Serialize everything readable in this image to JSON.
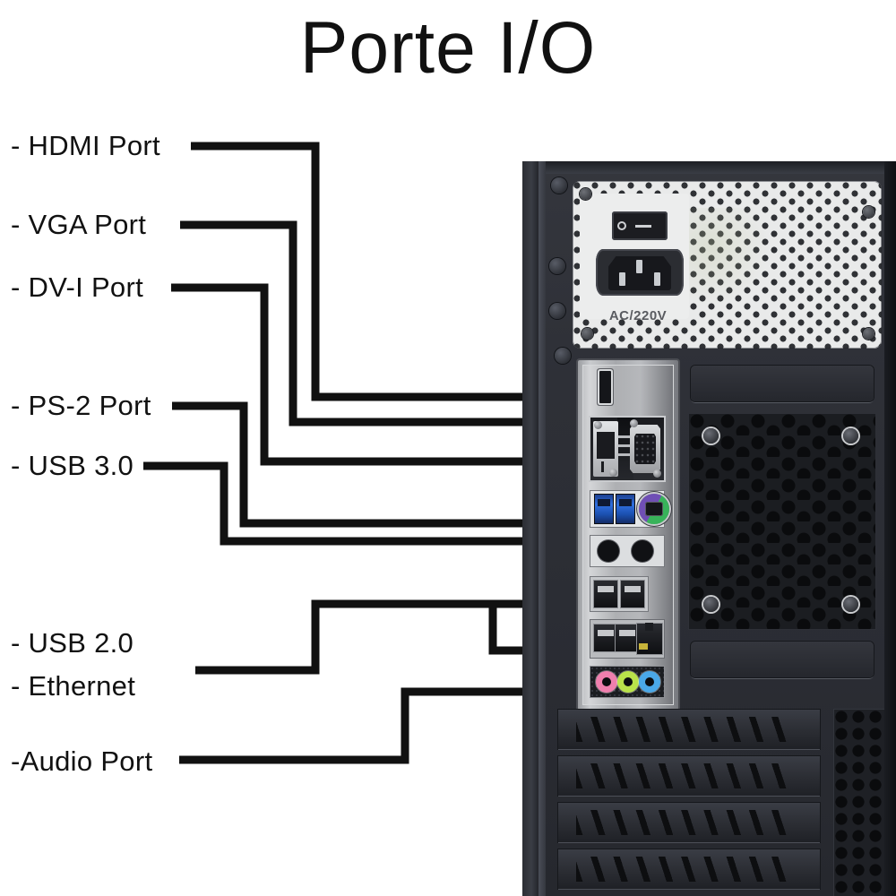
{
  "title": "Porte I/O",
  "labels": [
    {
      "id": "hdmi",
      "text": "- HDMI Port"
    },
    {
      "id": "vga",
      "text": "- VGA Port"
    },
    {
      "id": "dvi",
      "text": "- DV-I Port"
    },
    {
      "id": "ps2",
      "text": "- PS-2 Port"
    },
    {
      "id": "usb3",
      "text": "- USB 3.0"
    },
    {
      "id": "usb2",
      "text": "- USB 2.0"
    },
    {
      "id": "ethernet",
      "text": "- Ethernet"
    },
    {
      "id": "audio",
      "text": "-Audio Port"
    }
  ],
  "device": {
    "type": "desktop-computer-case-rear-panel",
    "psu": {
      "voltage_label": "AC/220V",
      "has_power_switch": true,
      "has_iec_socket": true,
      "has_honeycomb_vent": true
    },
    "io_shield": {
      "ports": [
        {
          "name": "hdmi-port",
          "count": 1,
          "color": "#15161a"
        },
        {
          "name": "dvi-port",
          "count": 1,
          "color": "#e3e5e7"
        },
        {
          "name": "vga-port",
          "count": 1,
          "color": "#d9dbdd"
        },
        {
          "name": "usb30-port",
          "count": 2,
          "color": "#2f6fe0"
        },
        {
          "name": "ps2-port",
          "count": 1,
          "color": "#6f4fb5"
        },
        {
          "name": "blank-hole",
          "count": 2,
          "color": "#101114"
        },
        {
          "name": "usb20-port",
          "count": 4,
          "color": "#2a2c31"
        },
        {
          "name": "ethernet-port",
          "count": 1,
          "color": "#2a2c31"
        },
        {
          "name": "audio-jack-mic",
          "count": 1,
          "color": "#ef7fae"
        },
        {
          "name": "audio-jack-line-out",
          "count": 1,
          "color": "#b9e24a"
        },
        {
          "name": "audio-jack-line-in",
          "count": 1,
          "color": "#4aa8e8"
        }
      ]
    },
    "fan_grille": {
      "shape": "hexagonal-perforation",
      "screws": 4
    },
    "expansion_slots": {
      "count": 4
    }
  },
  "colors": {
    "background": "#ffffff",
    "ink": "#111111",
    "leader_line": "#111111",
    "case_body": "#2e3037",
    "io_shield": "#b0b2b6",
    "psu_plate": "#e9eaea",
    "usb3_blue": "#2f6fe0",
    "ps2_purple": "#6f4fb5",
    "ps2_green": "#38b35a",
    "audio_pink": "#ef7fae",
    "audio_green": "#b9e24a",
    "audio_blue": "#4aa8e8"
  }
}
